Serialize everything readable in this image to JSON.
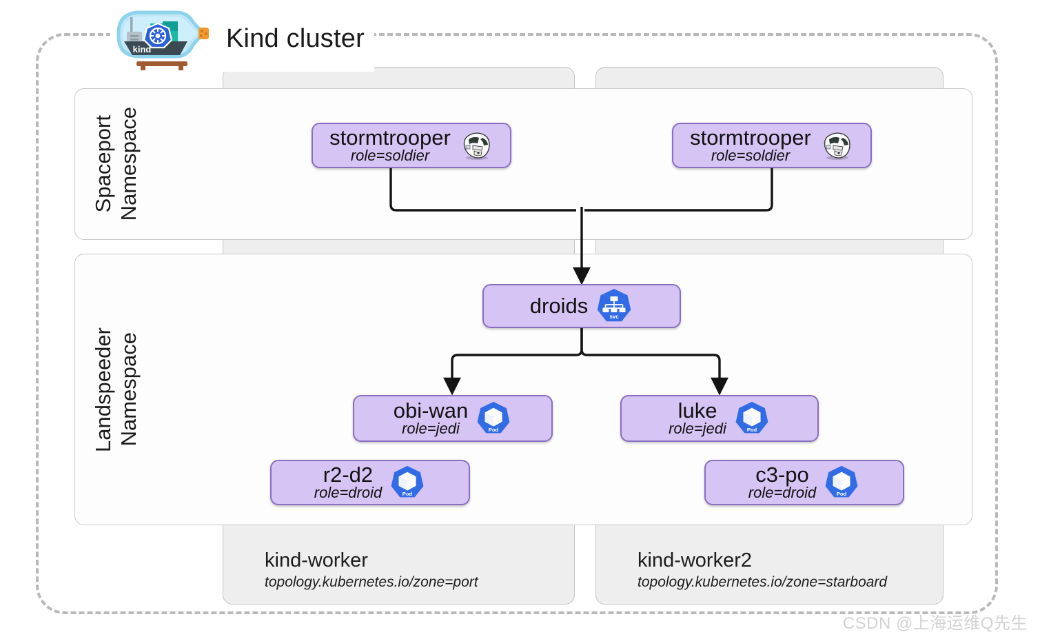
{
  "cluster": {
    "title": "Kind cluster",
    "logo_name": "kind-logo",
    "logo_text": "kind"
  },
  "namespaces": [
    {
      "id": "spaceport",
      "name": "Spaceport",
      "kind_label": "Namespace"
    },
    {
      "id": "landspeeder",
      "name": "Landspeeder",
      "kind_label": "Namespace"
    }
  ],
  "nodes": [
    {
      "id": "kind-worker",
      "name": "kind-worker",
      "zone_label": "topology.kubernetes.io/zone=port"
    },
    {
      "id": "kind-worker2",
      "name": "kind-worker2",
      "zone_label": "topology.kubernetes.io/zone=starboard"
    }
  ],
  "resources": [
    {
      "id": "stormtrooper-1",
      "name": "stormtrooper",
      "label": "role=soldier",
      "icon": "stormtrooper-icon",
      "type": "pod",
      "namespace": "Spaceport",
      "node": "kind-worker"
    },
    {
      "id": "stormtrooper-2",
      "name": "stormtrooper",
      "label": "role=soldier",
      "icon": "stormtrooper-icon",
      "type": "pod",
      "namespace": "Spaceport",
      "node": "kind-worker2"
    },
    {
      "id": "droids",
      "name": "droids",
      "label": "",
      "icon": "k8s-service-icon",
      "type": "service",
      "namespace": "Landspeeder",
      "node": ""
    },
    {
      "id": "obi-wan",
      "name": "obi-wan",
      "label": "role=jedi",
      "icon": "k8s-pod-icon",
      "type": "pod",
      "namespace": "Landspeeder",
      "node": "kind-worker"
    },
    {
      "id": "luke",
      "name": "luke",
      "label": "role=jedi",
      "icon": "k8s-pod-icon",
      "type": "pod",
      "namespace": "Landspeeder",
      "node": "kind-worker2"
    },
    {
      "id": "r2-d2",
      "name": "r2-d2",
      "label": "role=droid",
      "icon": "k8s-pod-icon",
      "type": "pod",
      "namespace": "Landspeeder",
      "node": "kind-worker"
    },
    {
      "id": "c3-po",
      "name": "c3-po",
      "label": "role=droid",
      "icon": "k8s-pod-icon",
      "type": "pod",
      "namespace": "Landspeeder",
      "node": "kind-worker2"
    }
  ],
  "connections": [
    {
      "from": "stormtrooper-1",
      "to": "droids"
    },
    {
      "from": "stormtrooper-2",
      "to": "droids"
    },
    {
      "from": "droids",
      "to": "obi-wan"
    },
    {
      "from": "droids",
      "to": "luke"
    }
  ],
  "icon_labels": {
    "service_badge": "svc",
    "pod_badge": "Pod"
  },
  "colors": {
    "resource_fill": "#d6c4f5",
    "resource_border": "#8a6fc0",
    "k8s_blue": "#326ce5",
    "node_panel": "#eeeeee",
    "namespace_panel": "#fdfdfd",
    "cluster_border": "#b9b9b9",
    "connector": "#141414"
  },
  "watermark": {
    "text": "CSDN @上海运维Q先生"
  }
}
